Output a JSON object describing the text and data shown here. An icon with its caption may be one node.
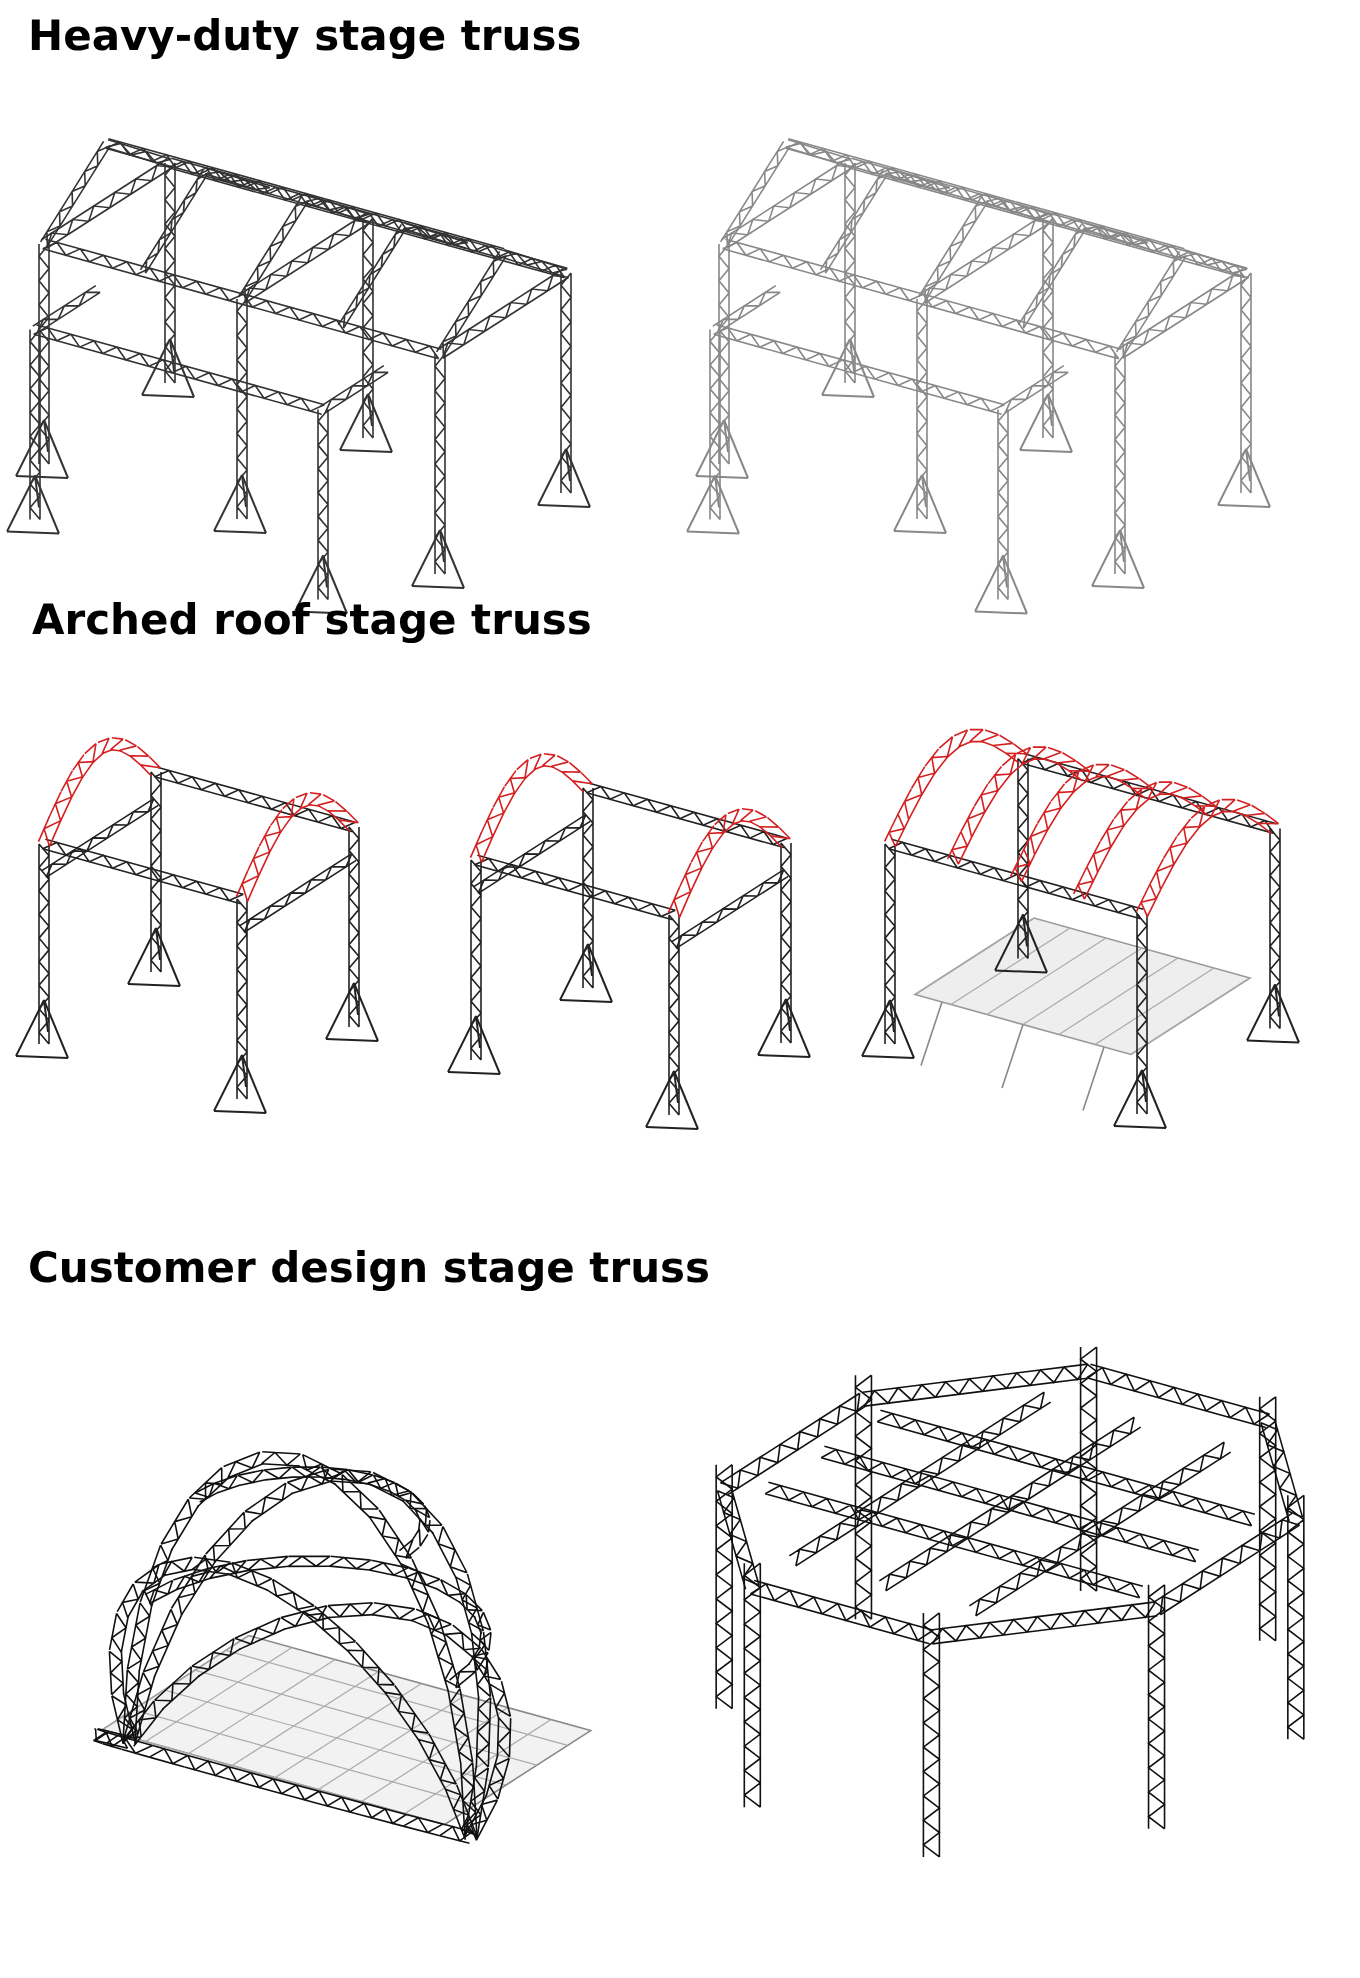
{
  "diagram": {
    "labels": [
      "Heavy-duty stage truss",
      "Arched roof stage truss",
      "Customer design stage truss"
    ]
  }
}
